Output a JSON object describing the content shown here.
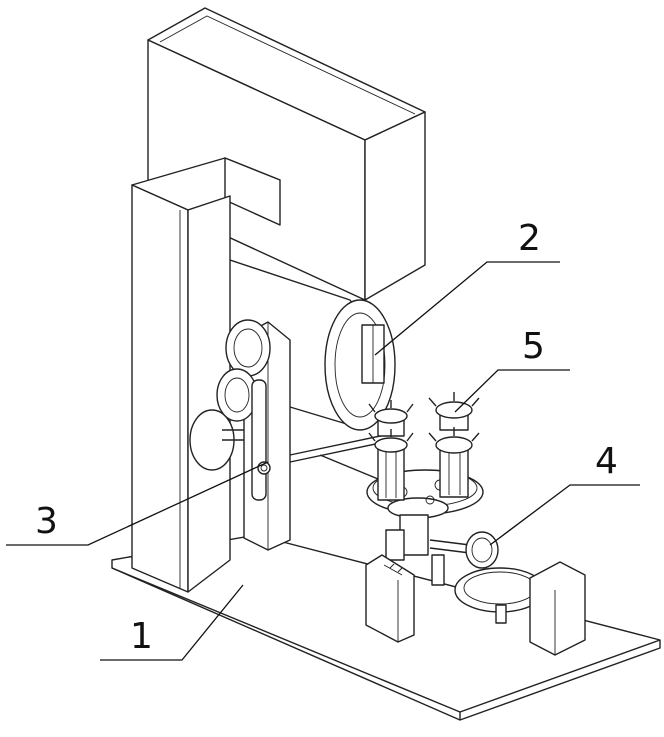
{
  "callouts": [
    {
      "id": "1",
      "text": "1"
    },
    {
      "id": "2",
      "text": "2"
    },
    {
      "id": "3",
      "text": "3"
    },
    {
      "id": "4",
      "text": "4"
    },
    {
      "id": "5",
      "text": "5"
    }
  ],
  "colors": {
    "line": "#222222",
    "background": "#ffffff"
  }
}
